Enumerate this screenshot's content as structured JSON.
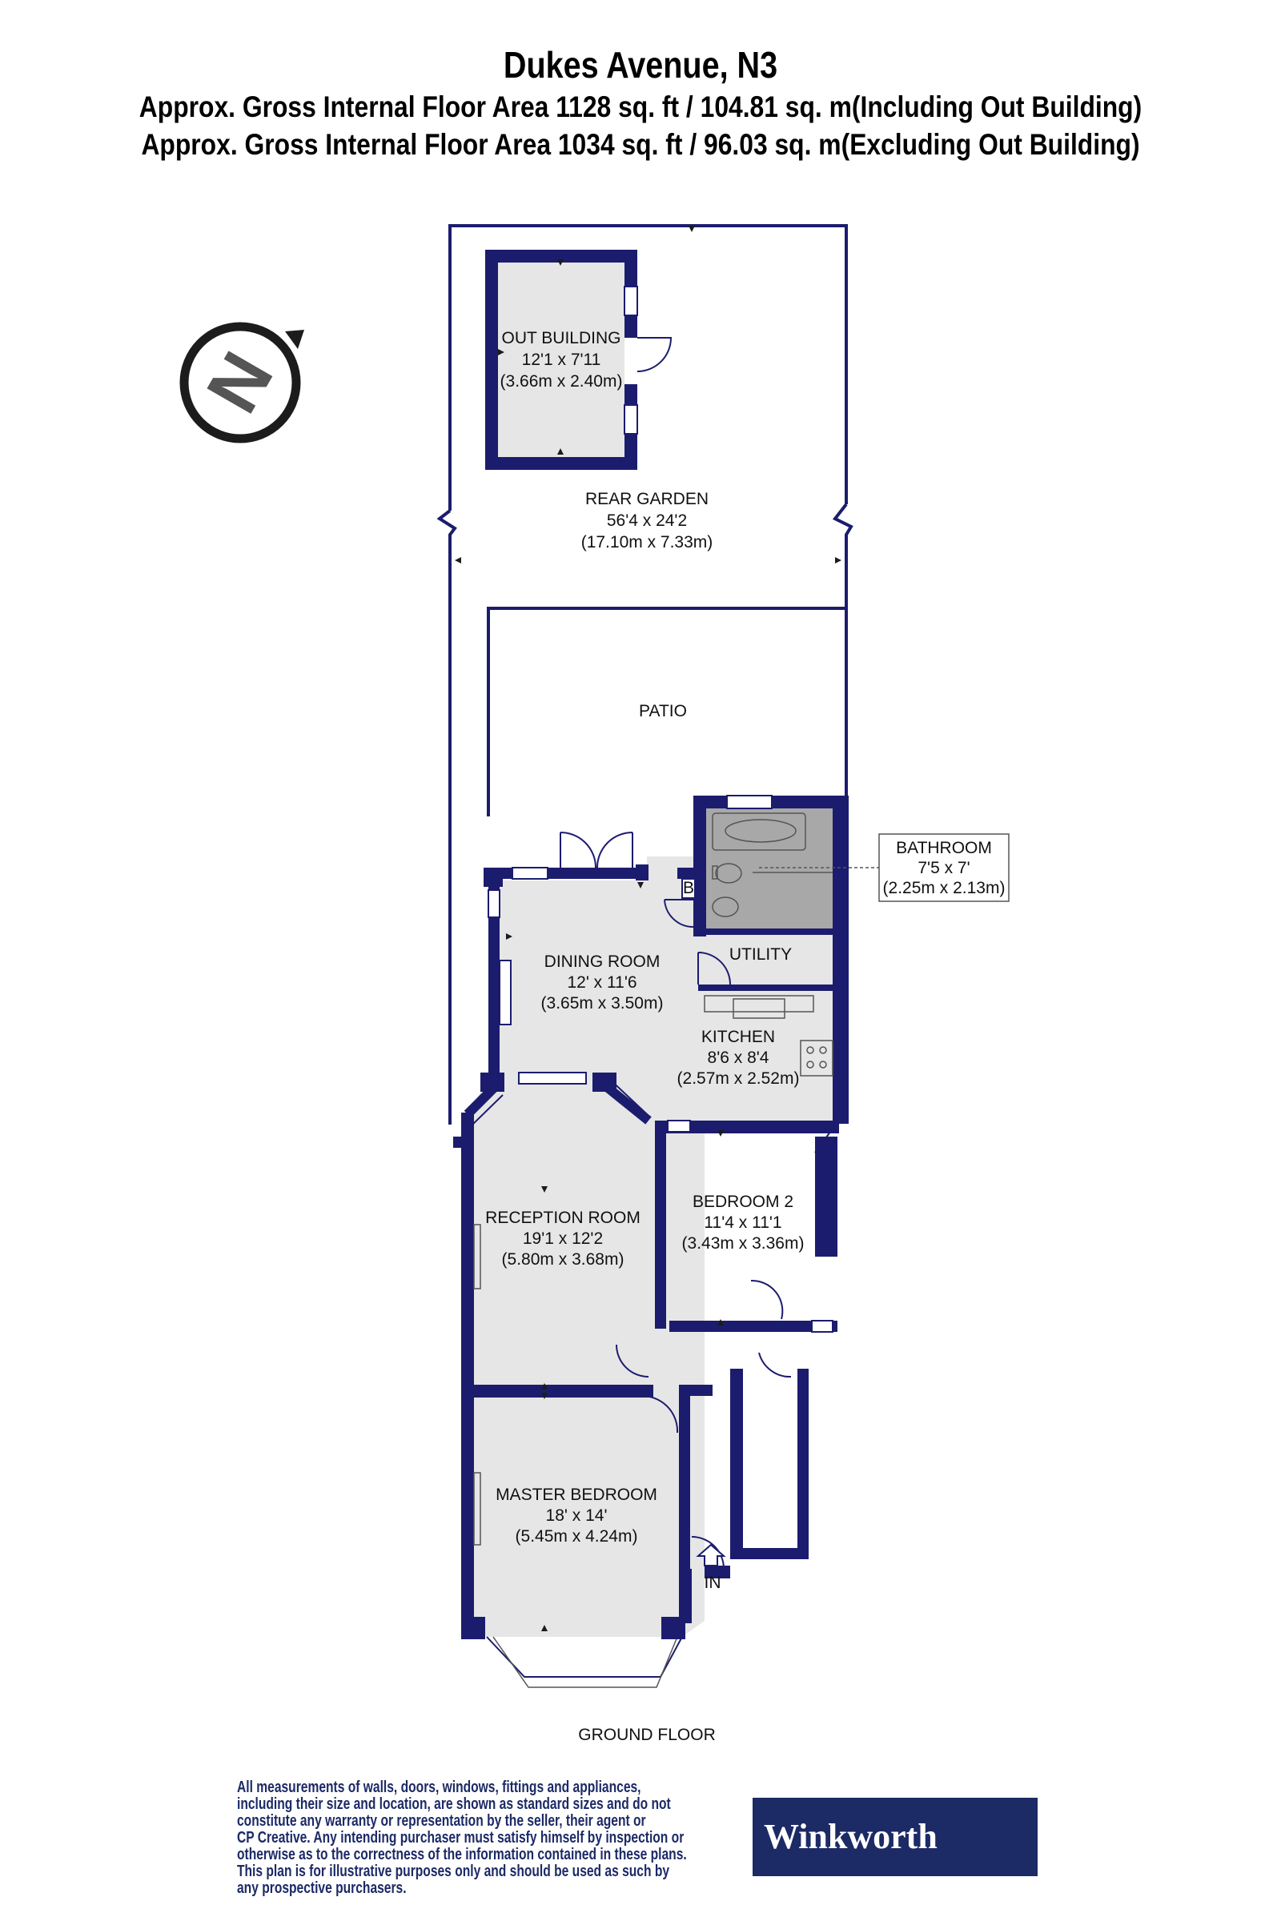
{
  "header": {
    "title": "Dukes Avenue, N3",
    "area_including": "Approx. Gross Internal Floor Area 1128 sq. ft / 104.81 sq. m(Including Out Building)",
    "area_excluding": "Approx. Gross Internal Floor Area 1034 sq. ft / 96.03 sq. m(Excluding Out Building)"
  },
  "compass": {
    "letter": "N",
    "icon": "compass-north-icon"
  },
  "rooms": {
    "out_building": {
      "name": "OUT BUILDING",
      "imperial": "12'1 x 7'11",
      "metric": "(3.66m x 2.40m)"
    },
    "rear_garden": {
      "name": "REAR GARDEN",
      "imperial": "56'4 x 24'2",
      "metric": "(17.10m x 7.33m)"
    },
    "patio": {
      "name": "PATIO"
    },
    "bathroom": {
      "name": "BATHROOM",
      "imperial": "7'5 x 7'",
      "metric": "(2.25m x 2.13m)"
    },
    "boiler": {
      "name": "B"
    },
    "utility": {
      "name": "UTILITY"
    },
    "dining_room": {
      "name": "DINING ROOM",
      "imperial": "12' x 11'6",
      "metric": "(3.65m x 3.50m)"
    },
    "kitchen": {
      "name": "KITCHEN",
      "imperial": "8'6 x 8'4",
      "metric": "(2.57m x 2.52m)"
    },
    "reception_room": {
      "name": "RECEPTION ROOM",
      "imperial": "19'1 x 12'2",
      "metric": "(5.80m x 3.68m)"
    },
    "bedroom_2": {
      "name": "BEDROOM 2",
      "imperial": "11'4 x 11'1",
      "metric": "(3.43m x 3.36m)"
    },
    "master_bedroom": {
      "name": "MASTER BEDROOM",
      "imperial": "18' x 14'",
      "metric": "(5.45m x 4.24m)"
    }
  },
  "entrance_label": "IN",
  "floor_label": "GROUND FLOOR",
  "disclaimer": [
    "All measurements of walls, doors, windows, fittings and appliances,",
    "including their size and location, are shown as standard sizes and do not",
    "constitute any warranty or representation by the seller, their agent or",
    "CP Creative. Any intending purchaser must satisfy himself by inspection or",
    "otherwise as to the correctness of the information contained in these plans.",
    "This plan is for illustrative purposes only and should be used as such by",
    "any prospective purchasers."
  ],
  "brand": "Winkworth",
  "colors": {
    "wall": "#1c1c6e",
    "floor": "#e6e6e6",
    "bathroom": "#a8a8a8",
    "brand_bg": "#1c2a66",
    "text": "#111111"
  }
}
